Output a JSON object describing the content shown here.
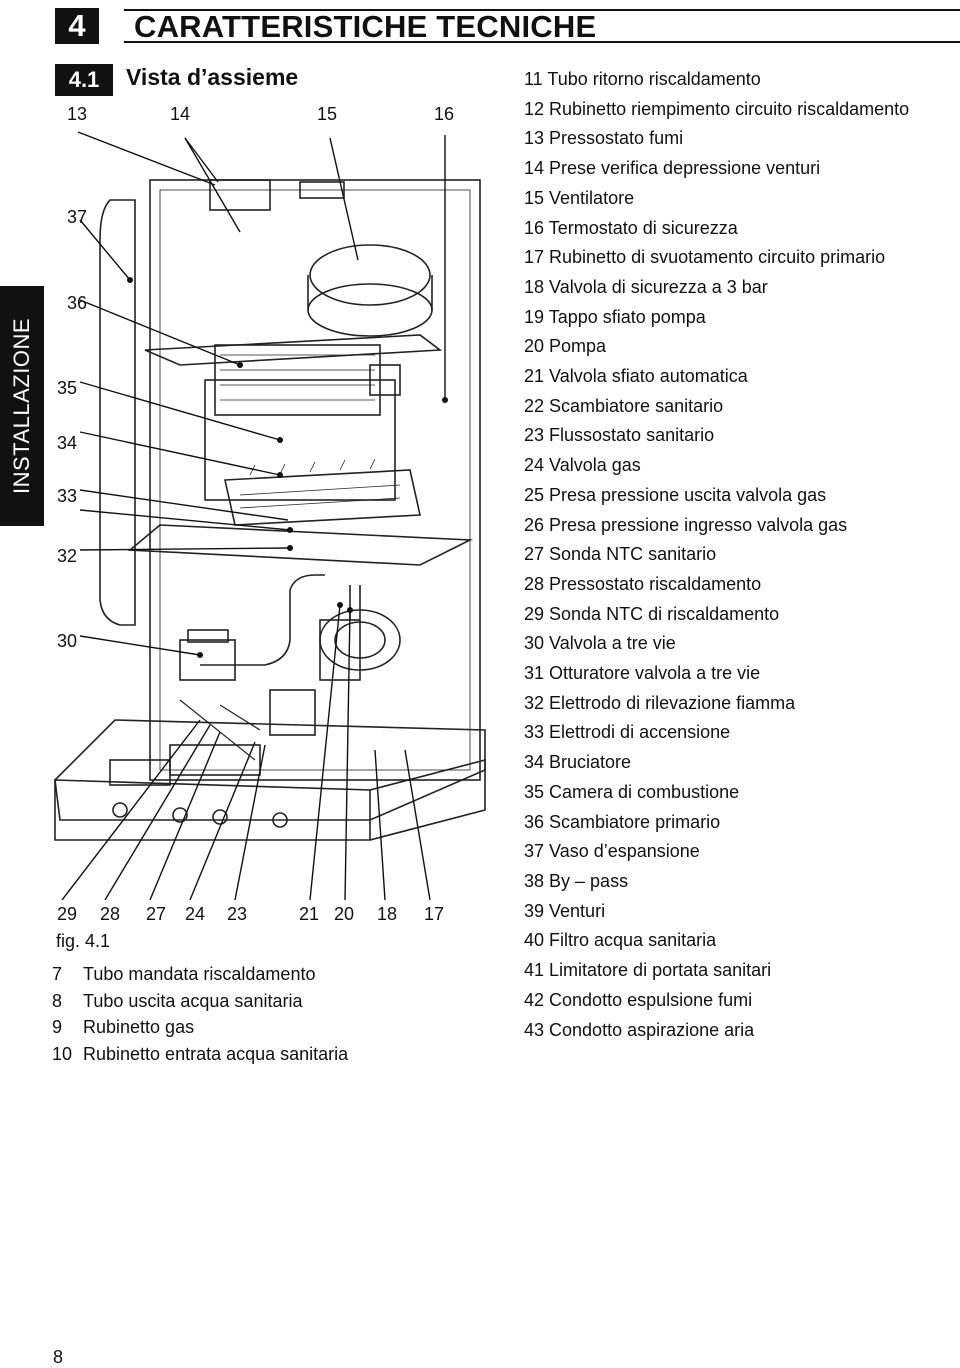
{
  "header": {
    "section_number": "4",
    "section_title": "CARATTERISTICHE TECNICHE"
  },
  "subheader": {
    "number": "4.1",
    "title": "Vista d’assieme"
  },
  "side_tab": "INSTALLAZIONE",
  "callouts_top": [
    "13",
    "14",
    "15",
    "16"
  ],
  "callouts_left": [
    "37",
    "36",
    "35",
    "34",
    "33",
    "32",
    "30"
  ],
  "callouts_bottom": [
    "29",
    "28",
    "27",
    "24",
    "23",
    "21",
    "20",
    "18",
    "17"
  ],
  "figure_label": "fig. 4.1",
  "legend_left": [
    {
      "n": "7",
      "text": "Tubo mandata riscaldamento"
    },
    {
      "n": "8",
      "text": "Tubo uscita acqua sanitaria"
    },
    {
      "n": "9",
      "text": "Rubinetto gas"
    },
    {
      "n": "10",
      "text": "Rubinetto entrata acqua sanitaria"
    }
  ],
  "legend_right": [
    "11 Tubo ritorno riscaldamento",
    "12 Rubinetto riempimento circuito riscaldamento",
    "13 Pressostato fumi",
    "14 Prese verifica depressione venturi",
    "15 Ventilatore",
    "16 Termostato di sicurezza",
    "17 Rubinetto di svuotamento circuito primario",
    "18 Valvola di sicurezza a 3 bar",
    "19 Tappo sfiato pompa",
    "20 Pompa",
    "21 Valvola sfiato automatica",
    "22 Scambiatore sanitario",
    "23 Flussostato sanitario",
    "24 Valvola gas",
    "25 Presa pressione uscita valvola gas",
    "26 Presa pressione ingresso valvola gas",
    "27 Sonda NTC sanitario",
    "28 Pressostato riscaldamento",
    "29 Sonda NTC di riscaldamento",
    "30 Valvola a tre vie",
    "31 Otturatore valvola a tre vie",
    "32 Elettrodo di rilevazione fiamma",
    "33 Elettrodi di accensione",
    "34 Bruciatore",
    "35 Camera di combustione",
    "36 Scambiatore primario",
    "37 Vaso d’espansione",
    "38 By – pass",
    "39 Venturi",
    "40 Filtro acqua sanitaria",
    "41 Limitatore di portata sanitari",
    "42 Condotto espulsione fumi",
    "43 Condotto aspirazione aria"
  ],
  "page_number": "8"
}
